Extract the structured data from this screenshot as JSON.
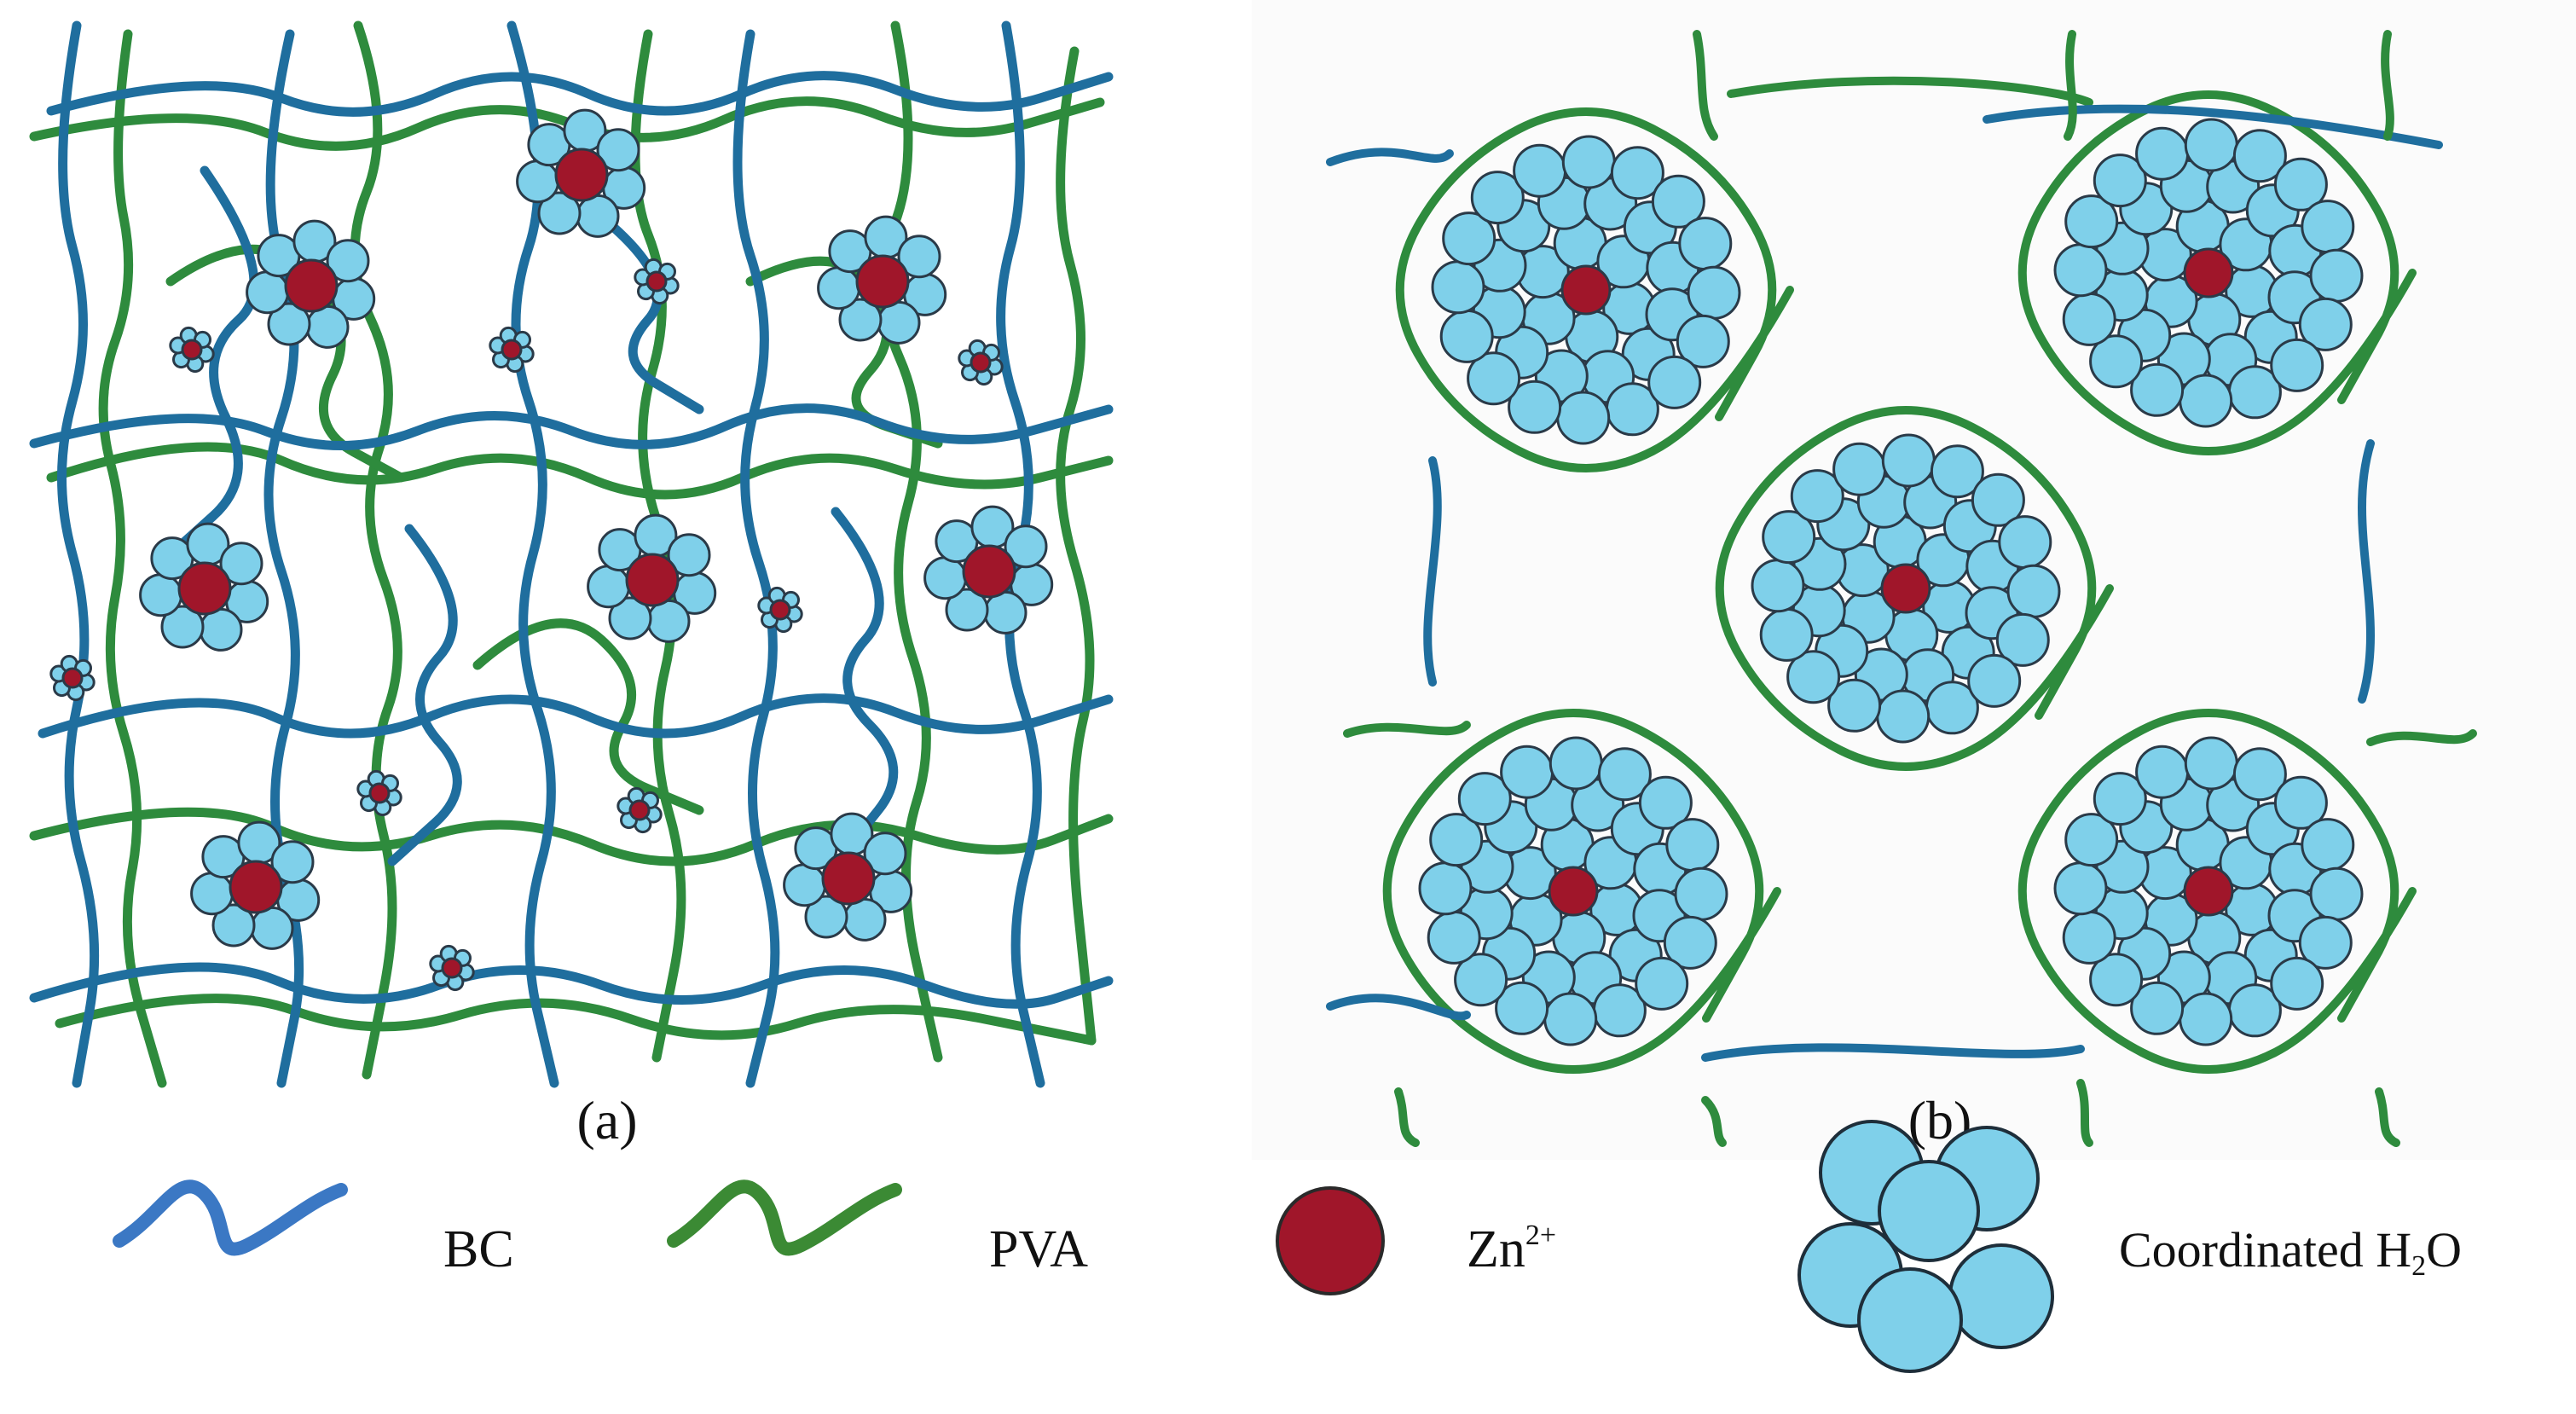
{
  "panels": {
    "a": {
      "label": "(a)"
    },
    "b": {
      "label": "(b)"
    }
  },
  "legend": {
    "bc": "BC",
    "pva": "PVA",
    "zn_base": "Zn",
    "zn_sup": "2+",
    "h2o_pre": "Coordinated H",
    "h2o_sub": "2",
    "h2o_post": "O"
  },
  "colors": {
    "bc_chain": "#1f6e9e",
    "pva_chain": "#2e8b3d",
    "zn_ion": "#a0162a",
    "water": "#7fd0ea",
    "outline": "#2a3a48"
  }
}
